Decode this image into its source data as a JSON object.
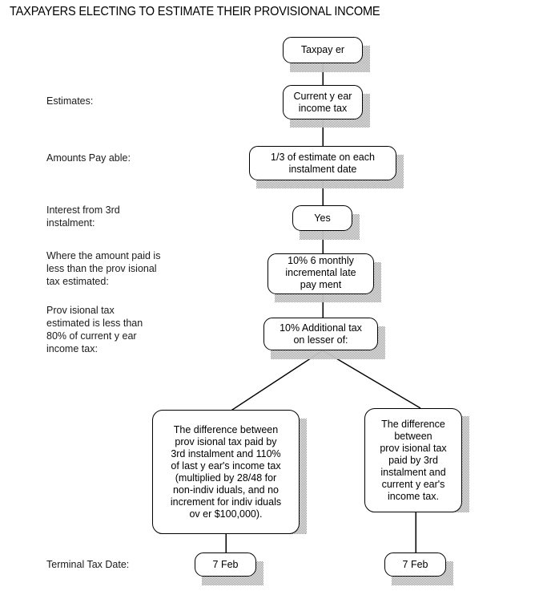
{
  "title": "TAXPAYERS ELECTING TO ESTIMATE THEIR PROVISIONAL INCOME",
  "row_labels": [
    {
      "key": "estimates",
      "text": "Estimates:"
    },
    {
      "key": "amounts-payable",
      "text": "Amounts Pay able:"
    },
    {
      "key": "interest-3rd",
      "text": "Interest from 3rd\ninstalment:"
    },
    {
      "key": "amount-paid-less",
      "text": "Where the amount paid is\nless than the prov isional\ntax  estimated:"
    },
    {
      "key": "less-than-80",
      "text": "Prov isional tax\nestimated is less than\n80% of  current y ear\nincome tax:"
    },
    {
      "key": "terminal-tax",
      "text": "Terminal Tax  Date:"
    }
  ],
  "nodes": [
    {
      "key": "taxpayer",
      "text": "Taxpay er"
    },
    {
      "key": "current-year-tax",
      "text": "Current y ear\nincome tax"
    },
    {
      "key": "third-of-estimate",
      "text": "1/3 of estimate on each\ninstalment date"
    },
    {
      "key": "yes",
      "text": "Yes"
    },
    {
      "key": "late-payment",
      "text": "10% 6 monthly\nincremental late\npay ment"
    },
    {
      "key": "additional-tax",
      "text": "10% Additional tax\non lesser of:"
    },
    {
      "key": "difference-left",
      "text": "The difference between\nprov isional tax  paid by\n3rd instalment and 110%\nof  last y ear's income tax\n(multiplied by  28/48 for\nnon-indiv iduals, and no\nincrement for indiv iduals\nov er $100,000)."
    },
    {
      "key": "difference-right",
      "text": "The difference\nbetween\nprov isional tax\npaid by  3rd\ninstalment and\ncurrent y ear's\nincome tax."
    },
    {
      "key": "terminal-date-left",
      "text": "7 Feb"
    },
    {
      "key": "terminal-date-right",
      "text": "7 Feb"
    }
  ],
  "colors": {
    "stroke": "#000000",
    "fill": "#ffffff",
    "shadow": "#8b8b8b",
    "text": "#000000"
  }
}
